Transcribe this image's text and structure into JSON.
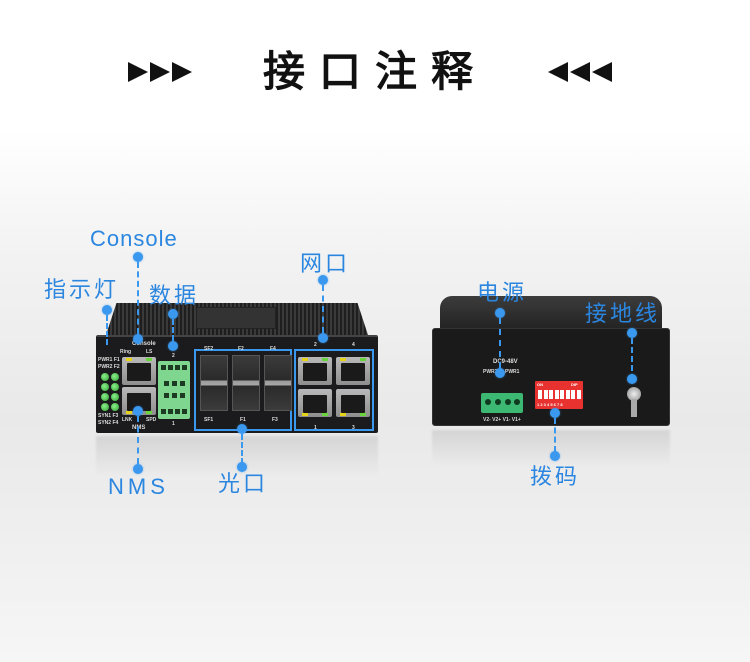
{
  "header": {
    "title": "接口注释",
    "left_decoration": "triple-right-arrows",
    "right_decoration": "triple-left-arrows"
  },
  "colors": {
    "title": "#111111",
    "accent_blue": "#2b86e0",
    "dot_blue": "#3a98ee",
    "led_green": "#5fd65f",
    "dip_red": "#e8322f",
    "terminal_green": "#7fd68f"
  },
  "front_panel": {
    "annotations": [
      {
        "id": "console",
        "label": "Console"
      },
      {
        "id": "indicator",
        "label": "指示灯"
      },
      {
        "id": "data",
        "label": "数据"
      },
      {
        "id": "ethernet",
        "label": "网口"
      },
      {
        "id": "nms",
        "label": "NMS"
      },
      {
        "id": "optical",
        "label": "光口"
      }
    ],
    "silkscreen": {
      "console_port": "Console",
      "ring": "Ring",
      "ls": "LS",
      "pwr1_f1": "PWR1 F1",
      "pwr2_f2": "PWR2 F2",
      "syn1_f3": "SYN1 F3",
      "syn2_f4": "SYN2 F4",
      "lnk": "LNK",
      "spd": "SPD",
      "nms": "NMS",
      "terminal_top": "2",
      "terminal_bottom": "1",
      "sfp_top": [
        "SF2",
        "F2",
        "F4"
      ],
      "sfp_bottom": [
        "SF1",
        "F1",
        "F3"
      ],
      "eth_top": [
        "2",
        "4"
      ],
      "eth_bottom": [
        "1",
        "3"
      ]
    }
  },
  "rear_panel": {
    "annotations": [
      {
        "id": "power",
        "label": "电源"
      },
      {
        "id": "ground",
        "label": "接地线"
      },
      {
        "id": "dip",
        "label": "拨码"
      }
    ],
    "silkscreen": {
      "voltage": "DC9-48V",
      "pwr2": "PWR2",
      "pwr1": "PWR1",
      "terminals": "V2- V2+ V1- V1+",
      "dip_on": "ON",
      "dip_label": "DIP",
      "dip_numbers": "1 2 3 4 5 6 7 8"
    }
  }
}
